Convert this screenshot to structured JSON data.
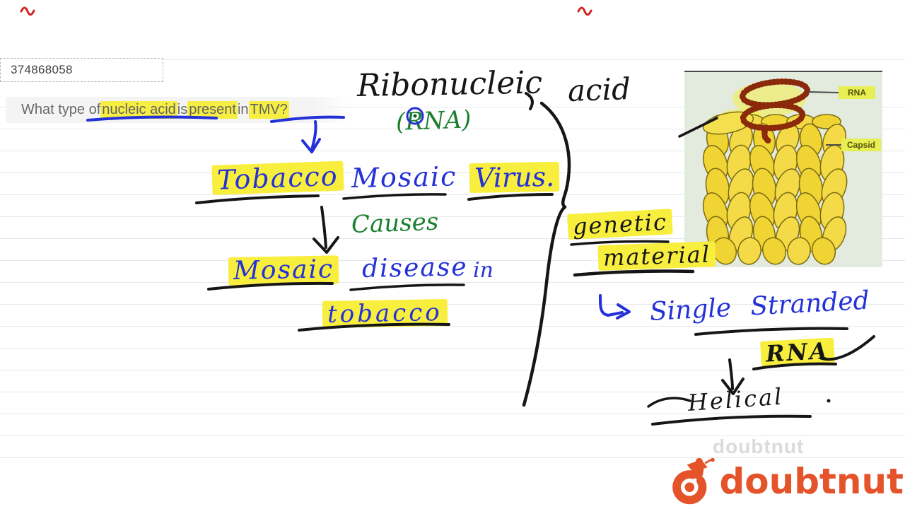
{
  "question_id": "374868058",
  "question": {
    "parts": [
      {
        "text": "What type of "
      },
      {
        "text": "nucleic acid"
      },
      {
        "text": " is "
      },
      {
        "text": "present"
      },
      {
        "text": " in "
      },
      {
        "text": "TMV?"
      }
    ]
  },
  "notes": {
    "ribonucleic": "Ribonucleic",
    "acid": "acid",
    "rna_abbrev": "(RNA)",
    "tobacco": "Tobacco",
    "mosaic": "Mosaic",
    "virus": "Virus.",
    "causes": "Causes",
    "mosaic_disease": "Mosaic",
    "disease": "disease",
    "in_word": "in",
    "tobacco_lower": "tobacco",
    "genetic": "genetic",
    "material": "material",
    "single_stranded": "Single Stranded",
    "rna": "RNA",
    "helical": "Helical"
  },
  "diagram": {
    "rna_label": "RNA",
    "capsid_label": "Capsid"
  },
  "brand": {
    "name": "doubtnut",
    "watermark": "doubtnut"
  },
  "colors": {
    "ink_blue": "#2431d8",
    "ink_green": "#1a8030",
    "ink_black": "#1a1a1a",
    "highlight_yellow": "#f8ee3e",
    "brand_orange": "#e4532a",
    "marker_red": "#d42222"
  }
}
